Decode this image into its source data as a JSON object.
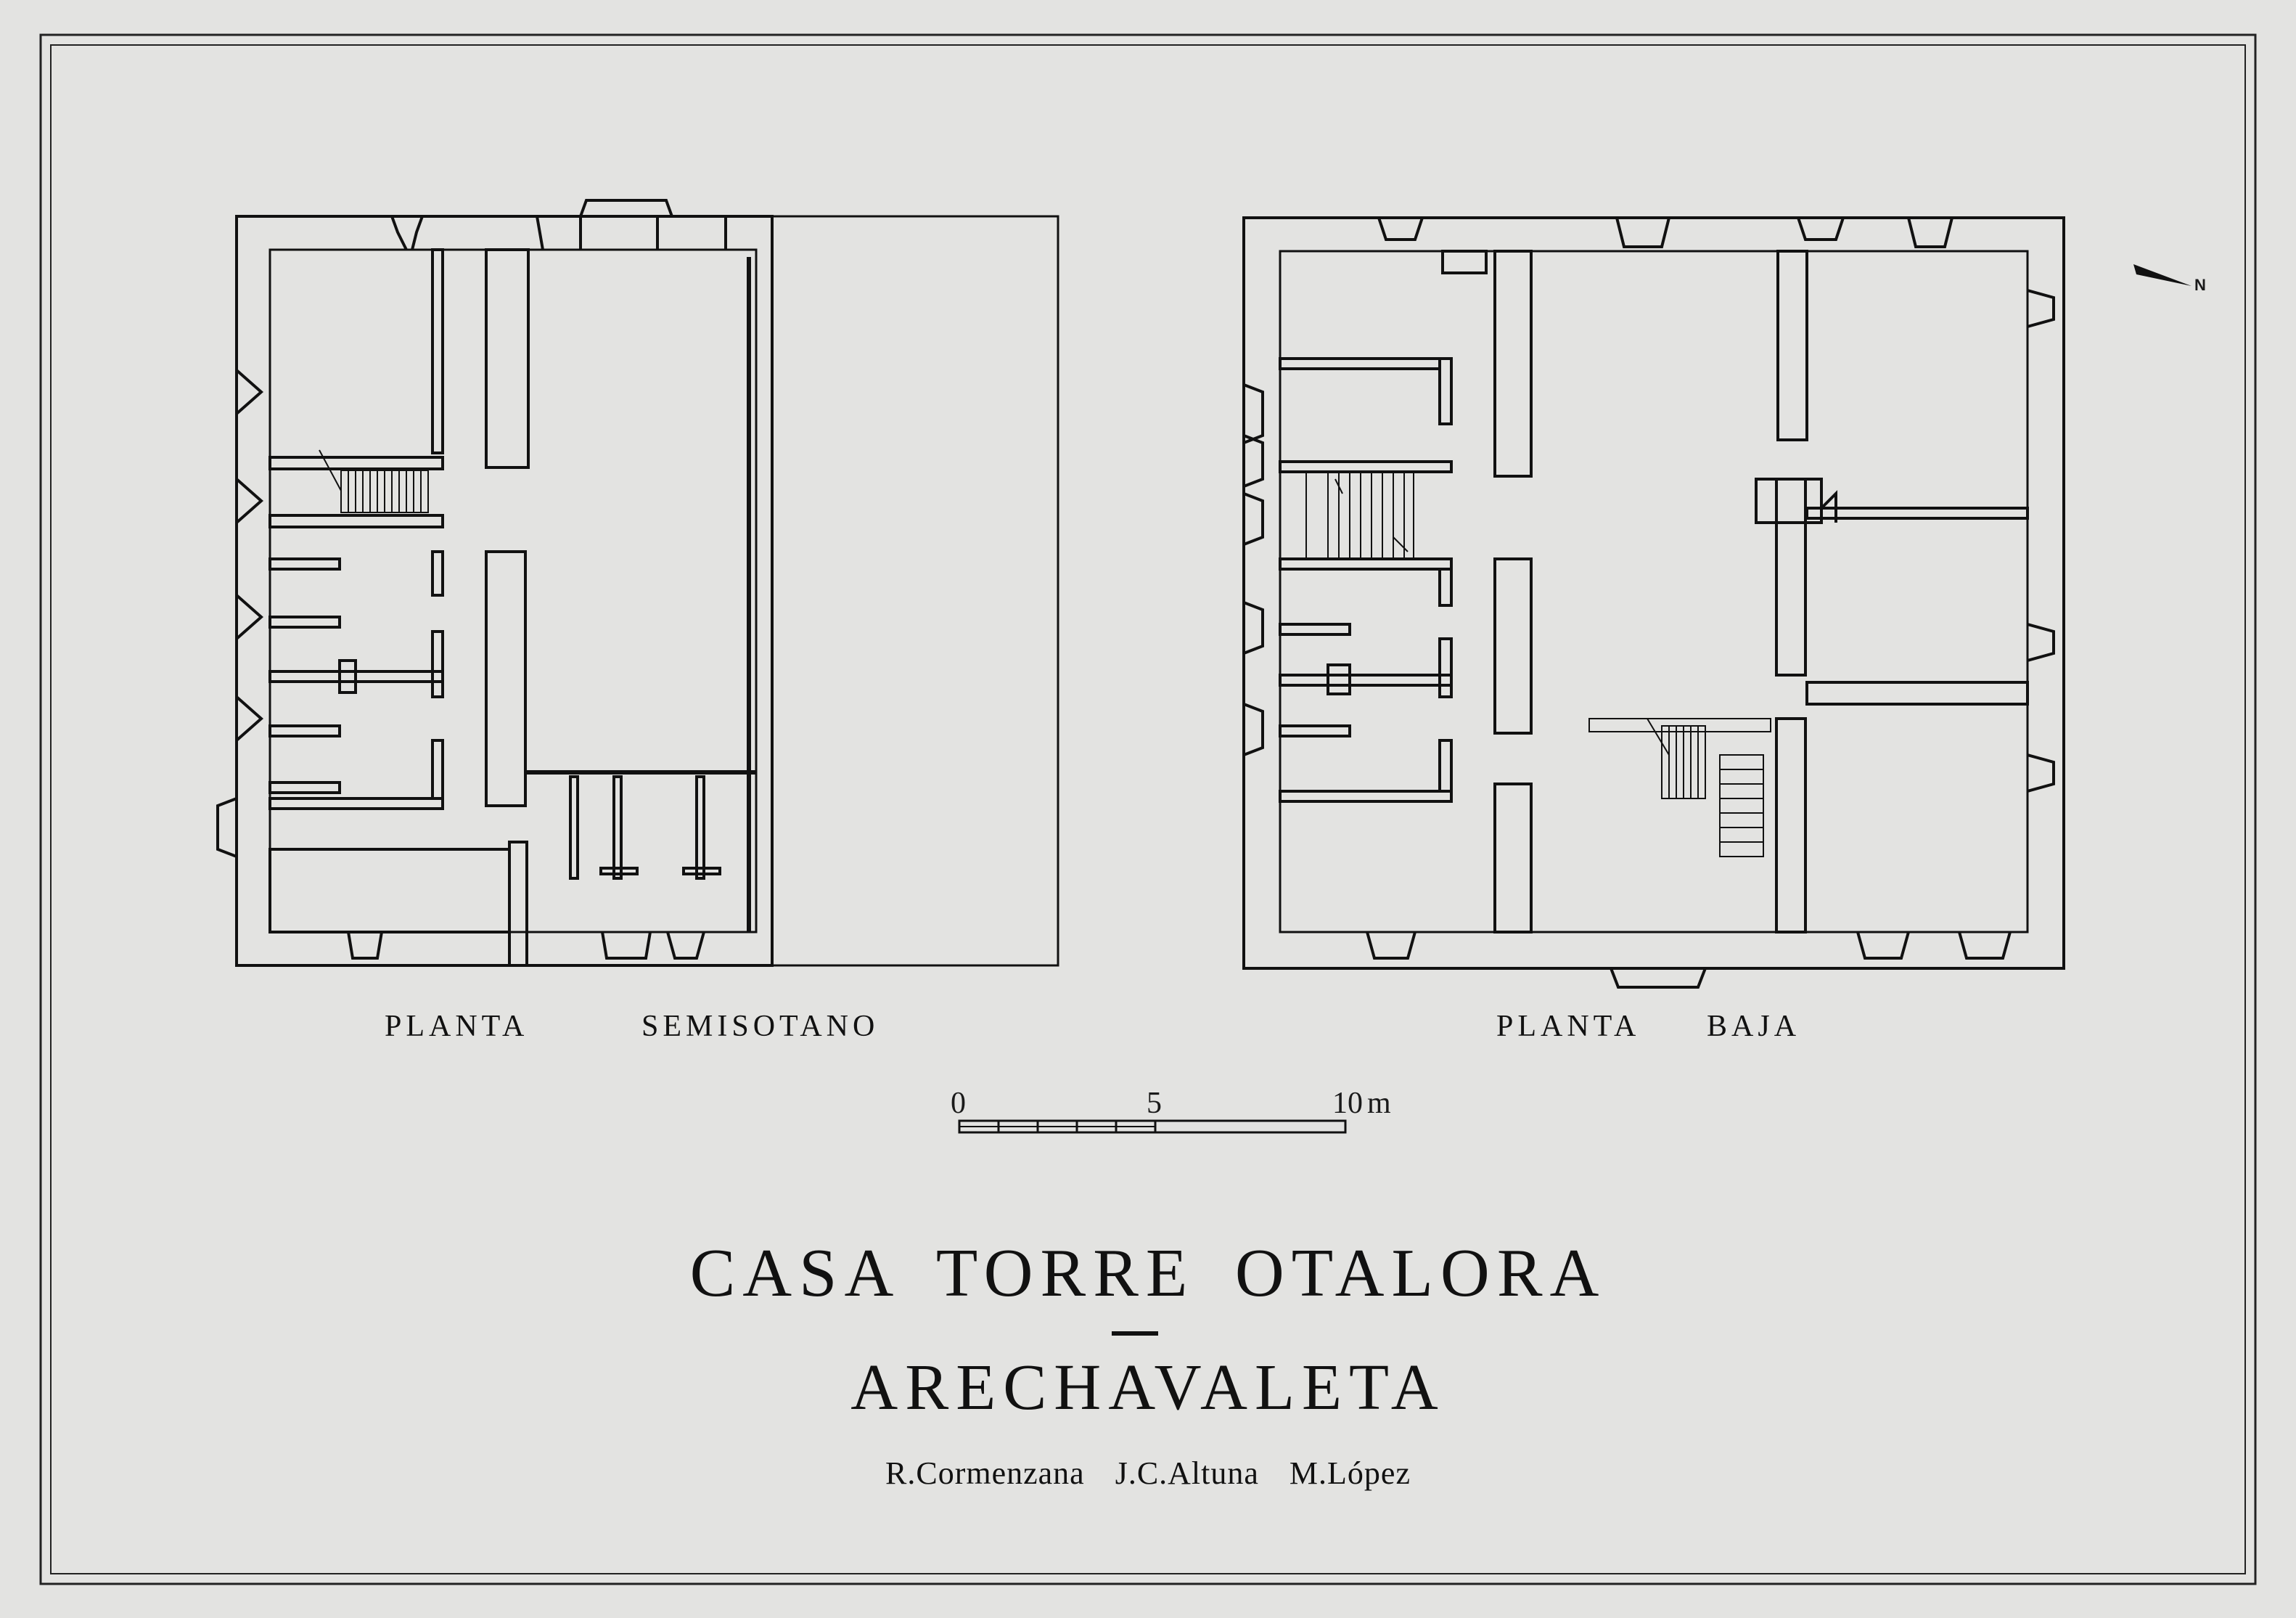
{
  "plans": {
    "left_label_1": "PLANTA",
    "left_label_2": "SEMISOTANO",
    "right_label_1": "PLANTA",
    "right_label_2": "BAJA"
  },
  "scale": {
    "zero": "0",
    "five": "5",
    "ten": "10",
    "unit": "m"
  },
  "north": "N",
  "title": {
    "main": "CASA TORRE OTALORA",
    "sub": "ARECHAVALETA",
    "authors": "R.Cormenzana J.C.Altuna M.López"
  }
}
